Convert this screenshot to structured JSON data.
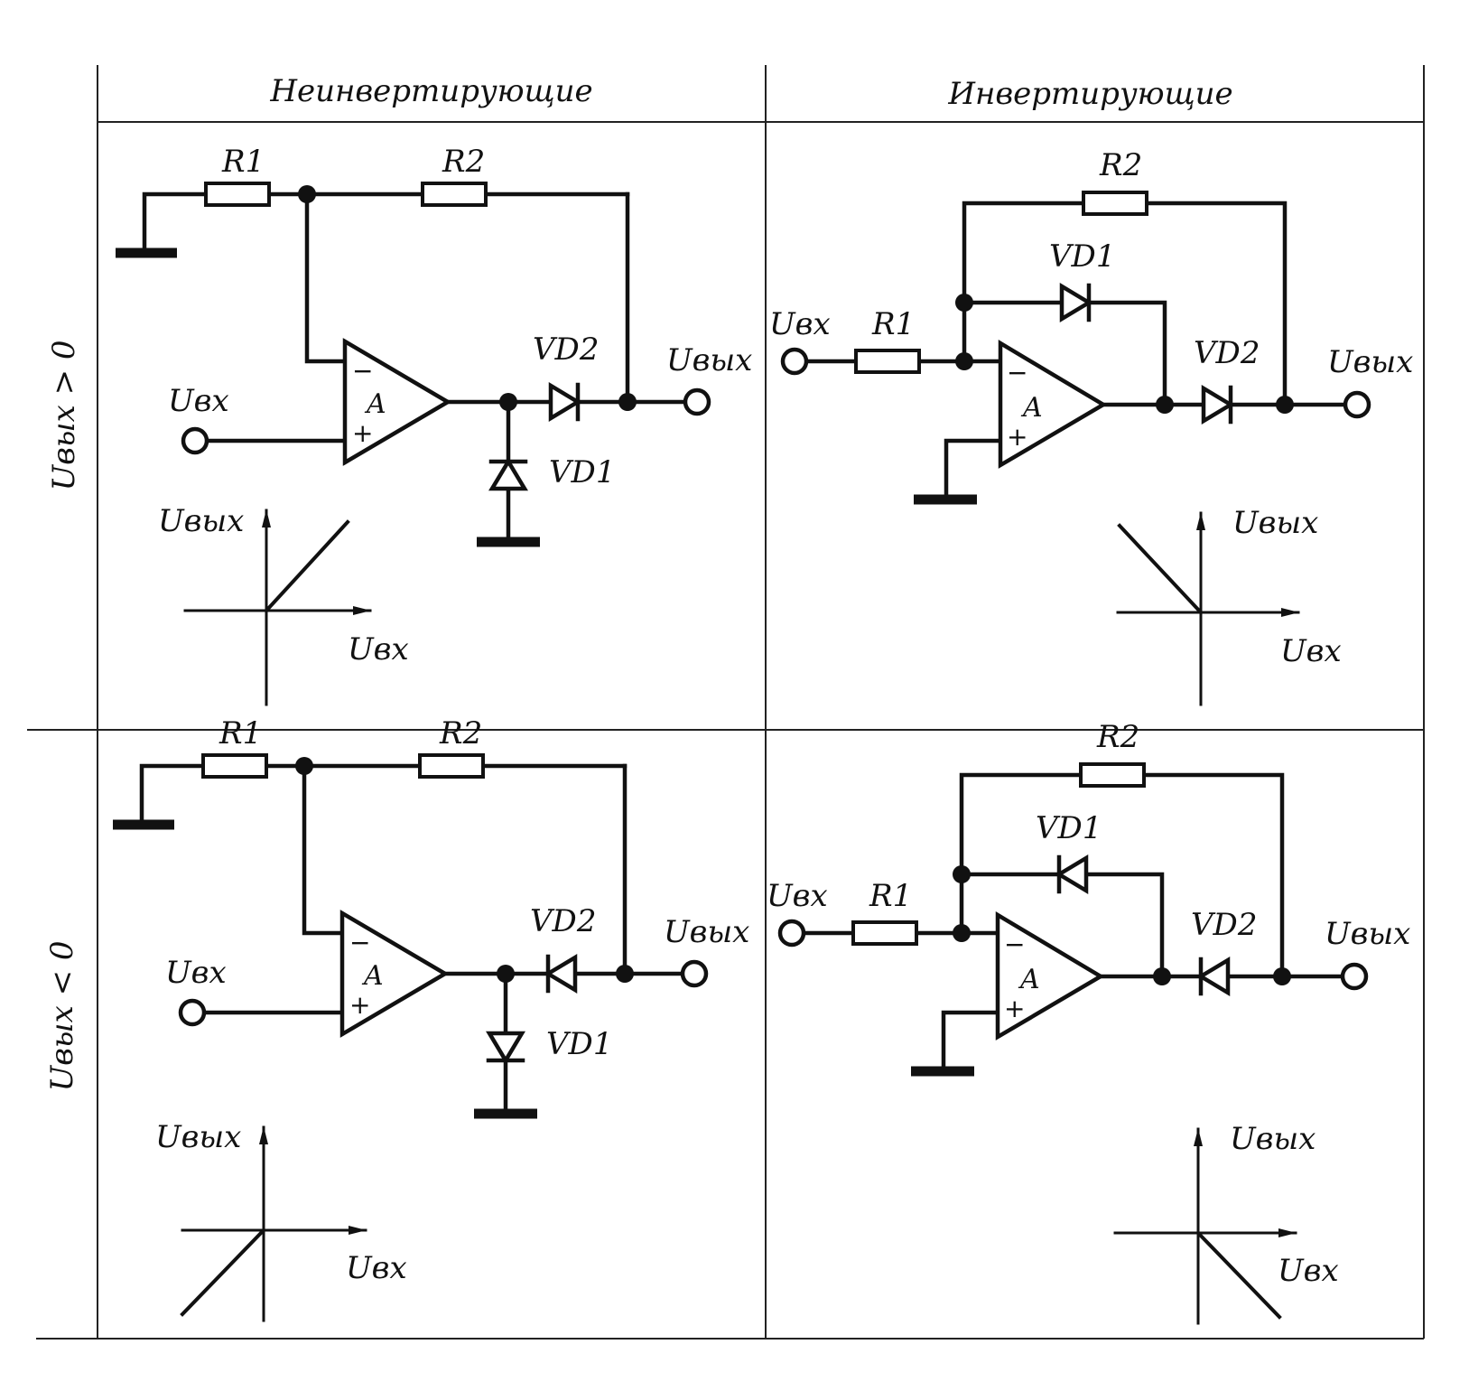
{
  "header": {
    "col_left": "Неинвертирующие",
    "col_right": "Инвертирующие",
    "row_top": "Uвых > 0",
    "row_bottom": "Uвых < 0"
  },
  "labels": {
    "r1": "R1",
    "r2": "R2",
    "vd1": "VD1",
    "vd2": "VD2",
    "u_in": "Uвх",
    "u_out": "Uвых",
    "amp": "A",
    "minus": "−",
    "plus": "+"
  },
  "colors": {
    "ink": "#111111",
    "background": "#ffffff"
  }
}
